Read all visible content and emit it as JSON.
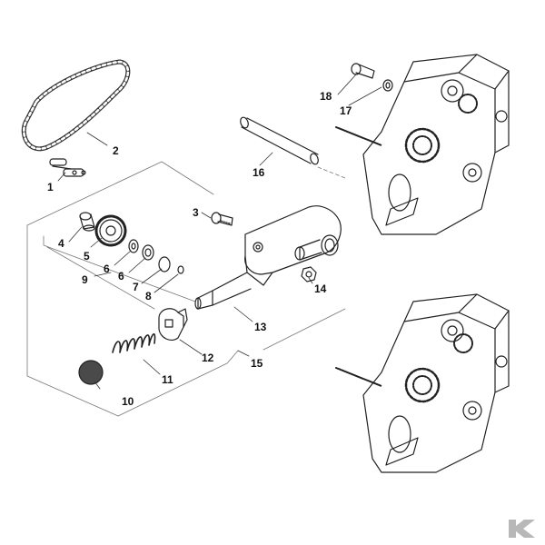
{
  "parts": [
    {
      "id": "p1",
      "number": "1"
    },
    {
      "id": "p2",
      "number": "2"
    },
    {
      "id": "p3",
      "number": "3"
    },
    {
      "id": "p4",
      "number": "4"
    },
    {
      "id": "p5",
      "number": "5"
    },
    {
      "id": "p6a",
      "number": "6"
    },
    {
      "id": "p6b",
      "number": "6"
    },
    {
      "id": "p7",
      "number": "7"
    },
    {
      "id": "p8",
      "number": "8"
    },
    {
      "id": "p9",
      "number": "9"
    },
    {
      "id": "p10",
      "number": "10"
    },
    {
      "id": "p11",
      "number": "11"
    },
    {
      "id": "p12",
      "number": "12"
    },
    {
      "id": "p13",
      "number": "13"
    },
    {
      "id": "p14",
      "number": "14"
    },
    {
      "id": "p15",
      "number": "15"
    },
    {
      "id": "p16",
      "number": "16"
    },
    {
      "id": "p17",
      "number": "17"
    },
    {
      "id": "p18",
      "number": "18"
    }
  ],
  "colors": {
    "line": "#222222",
    "dashed": "#555555",
    "mesh": "#4a4a4a",
    "brand": "#b8b8b8"
  },
  "icons": {
    "brand": "k-logo-icon"
  }
}
